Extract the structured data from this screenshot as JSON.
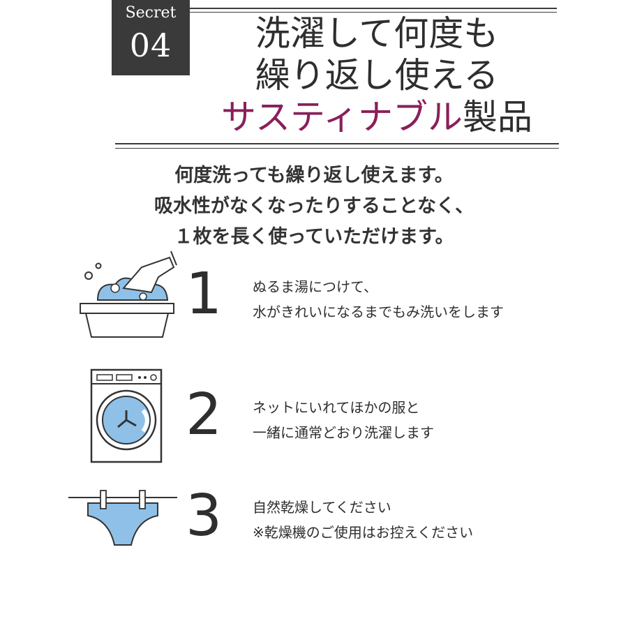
{
  "badge": {
    "label": "Secret",
    "number": "04"
  },
  "headline": {
    "line1": "洗濯して何度も",
    "line2": "繰り返し使える",
    "line3_accent": "サスティナブル",
    "line3_rest": "製品"
  },
  "intro": [
    "何度洗っても繰り返し使えます。",
    "吸水性がなくなったりすることなく、",
    "１枚を長く使っていただけます。"
  ],
  "steps": [
    {
      "number": "1",
      "icon": "hand-wash-basin-icon",
      "lines": [
        "ぬるま湯につけて、",
        "水がきれいになるまでもみ洗いをします"
      ]
    },
    {
      "number": "2",
      "icon": "washing-machine-icon",
      "lines": [
        "ネットにいれてほかの服と",
        "一緒に通常どおり洗濯します"
      ]
    },
    {
      "number": "3",
      "icon": "hanging-underwear-icon",
      "lines": [
        "自然乾燥してください",
        "※乾燥機のご使用はお控えください"
      ]
    }
  ],
  "colors": {
    "accent": "#8a1f5a",
    "dark": "#3a3a3a",
    "icon_blue": "#8fc1e8"
  }
}
